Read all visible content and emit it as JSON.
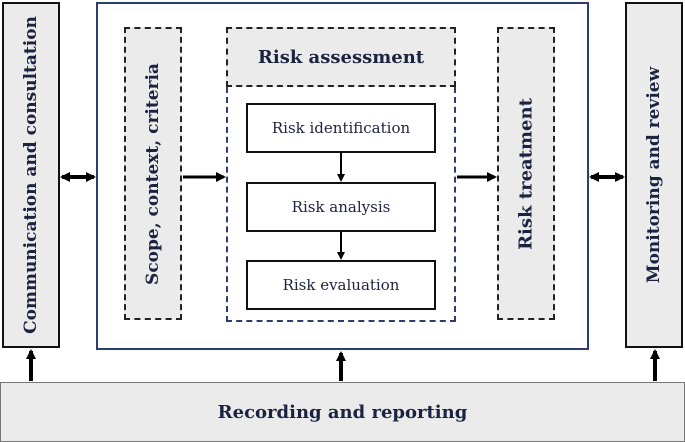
{
  "boxes": {
    "communication": "Communication and consultation",
    "monitoring": "Monitoring and review",
    "recording": "Recording and reporting",
    "scope": "Scope, context, criteria",
    "treatment": "Risk treatment",
    "assessment": "Risk assessment"
  },
  "steps": [
    "Risk identification",
    "Risk analysis",
    "Risk evaluation"
  ],
  "colors": {
    "box_fill": "#ebebeb",
    "frame_border": "#2c3e6b",
    "text": "#1c2340"
  }
}
